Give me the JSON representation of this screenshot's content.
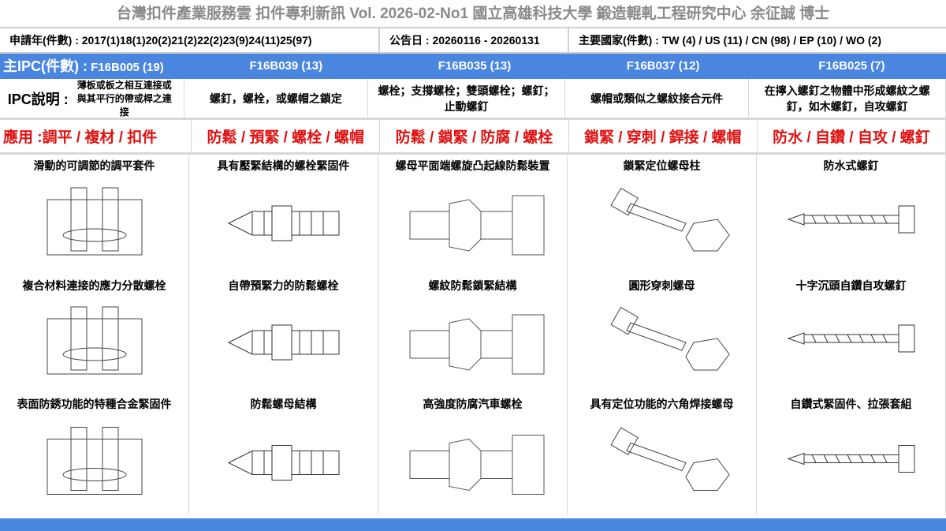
{
  "title": "台灣扣件產業服務雲  扣件專利新訊  Vol. 2026-02-No1  國立高雄科技大學  鍛造輥軋工程研究中心   余征誠 博士",
  "info": {
    "years": "申請年(件數) : 2017(1)18(1)20(2)21(2)22(2)23(9)24(11)25(97)",
    "date": "公告日 : 20260116 - 20260131",
    "countries": "主要國家(件數) : TW (4) / US (11) / CN (98) / EP (10) / WO (2)"
  },
  "ipc_label": "主IPC(件數) :",
  "ipc_desc_label": "IPC說明 :",
  "app_label": "應用 : ",
  "columns": [
    {
      "ipc": "F16B005 (19)",
      "desc": "薄板或板之相互連接或與其平行的帶或桿之連接",
      "app": "調平 / 複材 / 扣件",
      "captions": [
        "滑動的可調節的調平套件",
        "複合材料連接的應力分散螺栓",
        "表面防銹功能的特種合金緊固件"
      ]
    },
    {
      "ipc": "F16B039 (13)",
      "desc": "螺釘，螺栓，或螺帽之鎖定",
      "app": "防鬆 / 預緊 / 螺栓 / 螺帽",
      "captions": [
        "具有壓緊結構的螺栓緊固件",
        "自帶預緊力的防鬆螺栓",
        "防鬆螺母結構"
      ]
    },
    {
      "ipc": "F16B035 (13)",
      "desc": "螺栓；支撐螺栓；雙頭螺栓；螺釘；止動螺釘",
      "app": "防鬆 / 鎖緊 / 防腐 / 螺栓",
      "captions": [
        "螺母平面端螺旋凸起線防鬆裝置",
        "螺紋防鬆鎖緊結構",
        "高強度防腐汽車螺栓"
      ]
    },
    {
      "ipc": "F16B037 (12)",
      "desc": "螺帽或類似之螺紋接合元件",
      "app": "鎖緊 / 穿刺 / 銲接 / 螺帽",
      "captions": [
        "鎖緊定位螺母柱",
        "圓形穿刺螺母",
        "具有定位功能的六角焊接螺母"
      ]
    },
    {
      "ipc": "F16B025 (7)",
      "desc": "在擰入螺釘之物體中形成螺紋之螺釘，如木螺釘，自攻螺釘",
      "app": "防水 / 自鑽 / 自攻 / 螺釘",
      "captions": [
        "防水式螺釘",
        "十字沉頭自鑽自攻螺釘",
        "自鑽式緊固件、拉張套組"
      ]
    }
  ],
  "colors": {
    "accent": "#4a86e0",
    "app": "#e01010"
  }
}
